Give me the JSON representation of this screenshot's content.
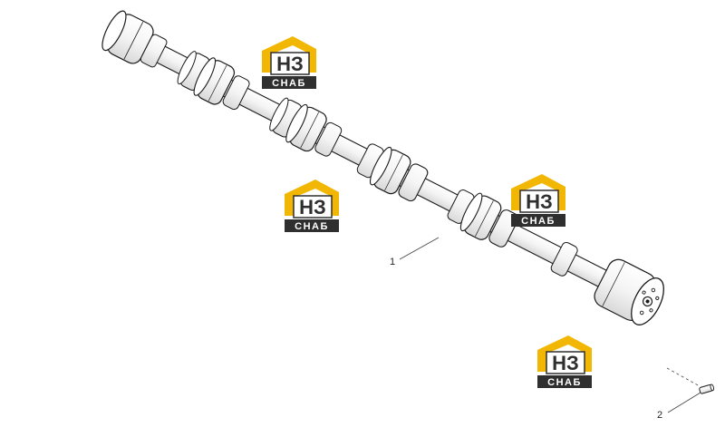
{
  "diagram": {
    "callouts": [
      {
        "id": "1",
        "label": "1"
      },
      {
        "id": "2",
        "label": "2"
      }
    ]
  },
  "watermark": {
    "brand_letters": "НЗ",
    "brand_word": "СНАБ",
    "colors": {
      "yellow": "#f2b705",
      "dark": "#2f2f2f",
      "white": "#ffffff"
    }
  },
  "colors": {
    "line": "#1a1a1a",
    "leader": "#444444"
  }
}
